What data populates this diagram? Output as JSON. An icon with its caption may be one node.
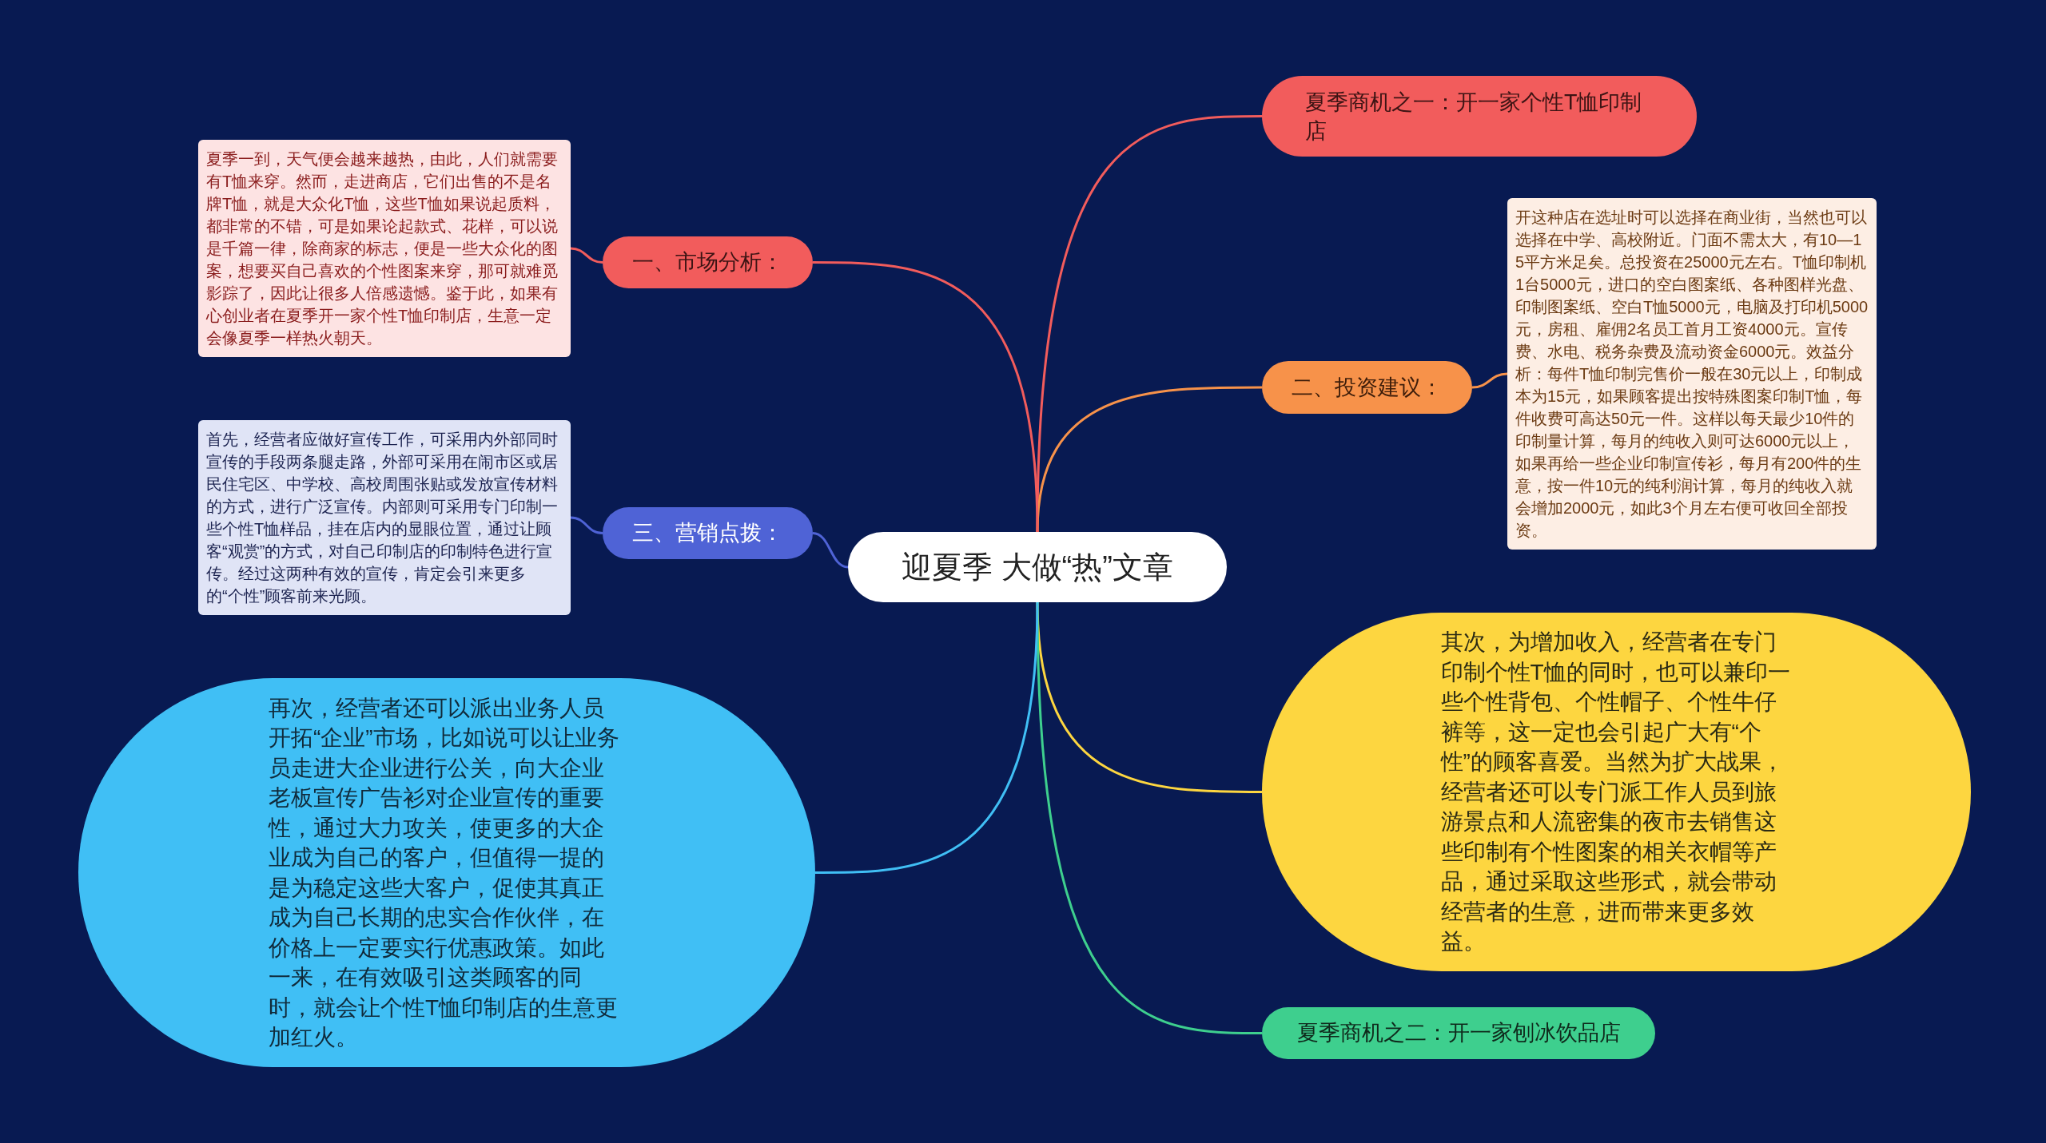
{
  "diagram": {
    "nodes": [
      {
        "text": [
          "迎夏季 大做“热”文章"
        ]
      },
      {
        "text": [
          "夏季商机之一：开一家个性T恤印制店"
        ]
      },
      {
        "text": [
          "二、投资建议："
        ]
      },
      {
        "text": [
          "开这种店在选址时可以选择在商业街，当然也可以选择在中学、高校附近。门面不需太大，有10—15平方米足矣。总投资在25000元左右。T恤印制机1台5000元，进口的空白图案纸、各种图样光盘、印制图案纸、空白T恤5000元，电脑及打印机5000元，房租、雇佣2名员工首月工资4000元。宣传费、水电、税务杂费及流动资金6000元。效益分析：每件T恤印制完售价一般在30元以上，印制成本为15元，如果顾客提出按特殊图案印制T恤，每件收费可高达50元一件。这样以每天最少10件的印制量计算，每月的纯收入则可达6000元以上，如果再给一些企业印制宣传衫，每月有200件的生意，按一件10元的纯利润计算，每月的纯收入就会增加2000元，如此3个月左右便可收回全部投资。"
        ]
      },
      {
        "text": [
          "其次，为增加收入，经营者在专门印制个性T恤的同时，也可以兼印一些个性背包、个性帽子、个性牛仔裤等，这一定也会引起广大有“个性”的顾客喜爱。当然为扩大战果，经营者还可以专门派工作人员到旅游景点和人流密集的夜市去销售这些印制有个性图案的相关衣帽等产品，通过采取这些形式，就会带动经营者的生意，进而带来更多效益。"
        ]
      },
      {
        "text": [
          "夏季商机之二：开一家刨冰饮品店"
        ]
      },
      {
        "text": [
          "一、市场分析："
        ]
      },
      {
        "text": [
          "夏季一到，天气便会越来越热，由此，人们就需要有T恤来穿。然而，走进商店，它们出售的不是名牌T恤，就是大众化T恤，这些T恤如果说起质料，都非常的不错，可是如果论起款式、花样，可以说是千篇一律，除商家的标志，便是一些大众化的图案，想要买自己喜欢的个性图案来穿，那可就难觅影踪了，因此让很多人倍感遗憾。鉴于此，如果有心创业者在夏季开一家个性T恤印制店，生意一定会像夏季一样热火朝天。"
        ]
      },
      {
        "text": [
          "三、营销点拨："
        ]
      },
      {
        "text": [
          "首先，经营者应做好宣传工作，可采用内外部同时宣传的手段两条腿走路，外部可采用在闹市区或居民住宅区、中学校、高校周围张贴或发放宣传材料的方式，进行广泛宣传。内部则可采用专门印制一些个性T恤样品，挂在店内的显眼位置，通过让顾客“观赏”的方式，对自己印制店的印制特色进行宣传。经过这两种有效的宣传，肯定会引来更多的“个性”顾客前来光顾。"
        ]
      },
      {
        "text": [
          "再次，经营者还可以派出业务人员开拓“企业”市场，比如说可以让业务员走进大企业进行公关，向大企业老板宣传广告衫对企业宣传的重要性，通过大力攻关，使更多的大企业成为自己的客户，但值得一提的是为稳定这些大客户，促使其真正成为自己长期的忠实合作伙伴，在价格上一定要实行优惠政策。如此一来，在有效吸引这类顾客的同时，就会让个性T恤印制店的生意更加红火。"
        ]
      }
    ],
    "edges": [
      {
        "from": 0,
        "to": 1,
        "arrow": "none",
        "color": "#f25c5c"
      },
      {
        "from": 0,
        "to": 2,
        "arrow": "none",
        "color": "#f7924a"
      },
      {
        "from": 2,
        "to": 3,
        "arrow": "none",
        "color": "#f7924a"
      },
      {
        "from": 0,
        "to": 4,
        "arrow": "none",
        "color": "#fdd640"
      },
      {
        "from": 0,
        "to": 5,
        "arrow": "none",
        "color": "#3ecf8e"
      },
      {
        "from": 0,
        "to": 6,
        "arrow": "none",
        "color": "#f25c5c"
      },
      {
        "from": 6,
        "to": 7,
        "arrow": "none",
        "color": "#f25c5c"
      },
      {
        "from": 0,
        "to": 8,
        "arrow": "none",
        "color": "#4f63d6"
      },
      {
        "from": 8,
        "to": 9,
        "arrow": "none",
        "color": "#4f63d6"
      },
      {
        "from": 0,
        "to": 10,
        "arrow": "none",
        "color": "#40bff5"
      }
    ]
  }
}
